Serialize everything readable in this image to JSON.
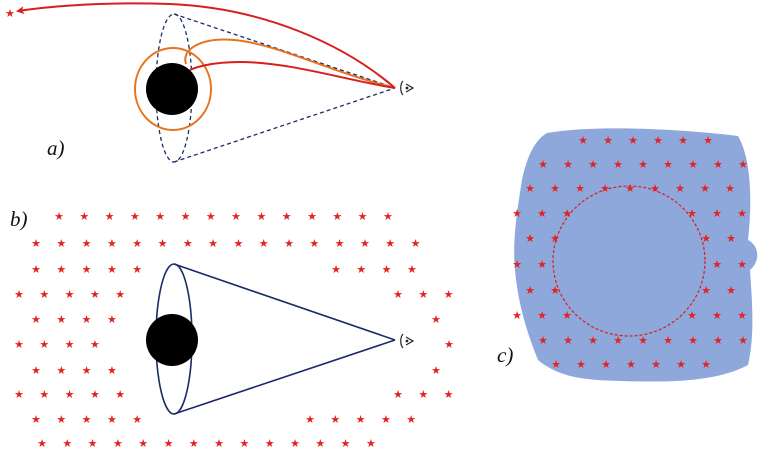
{
  "panels": {
    "a": {
      "label": "a)"
    },
    "b": {
      "label": "b)"
    },
    "c": {
      "label": "c)"
    }
  },
  "glyphs": {
    "star": "★"
  },
  "colors": {
    "star": "#e32222",
    "light_ray": "#d81e1e",
    "photon_orbit": "#e8731e",
    "cone": "#1b2b66",
    "black_hole": "#000000",
    "sky_patch": "#8ea8dc",
    "shadow_circle": "#d81e1e"
  },
  "icons": [
    "observer-eye-icon",
    "star-icon"
  ]
}
